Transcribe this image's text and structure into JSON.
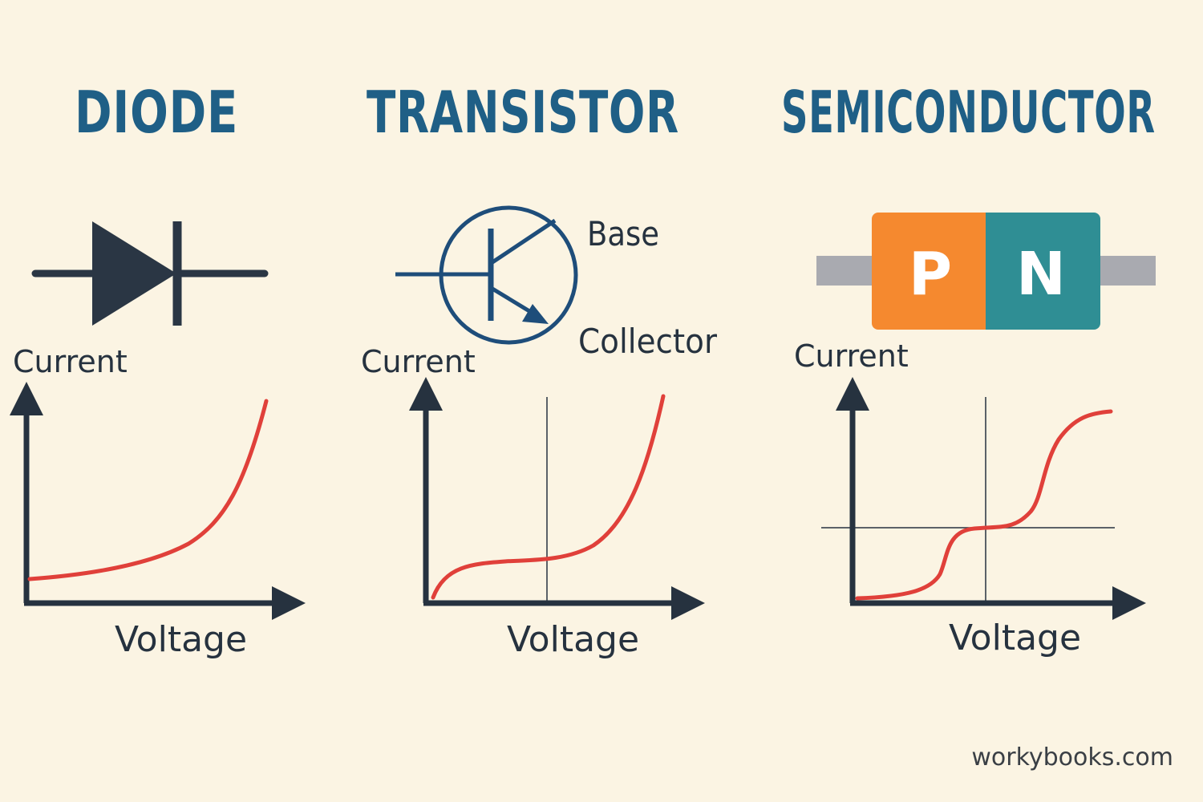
{
  "panels": [
    {
      "title": "DIODE",
      "y_label": "Current",
      "x_label": "Voltage"
    },
    {
      "title": "TRANSISTOR",
      "y_label": "Current",
      "x_label": "Voltage",
      "terminal_labels": {
        "base": "Base",
        "collector": "Collector"
      }
    },
    {
      "title": "SEMICONDUCTOR",
      "y_label": "Current",
      "x_label": "Voltage",
      "junction": {
        "p_label": "P",
        "n_label": "N"
      }
    }
  ],
  "footer": {
    "text": "workybooks.com"
  },
  "colors": {
    "background": "#fbf4e3",
    "title": "#1f5f86",
    "ink": "#26323f",
    "curve": "#e0403a",
    "p_region": "#f5892f",
    "n_region": "#2f8e94",
    "lead": "#a9aab0"
  }
}
